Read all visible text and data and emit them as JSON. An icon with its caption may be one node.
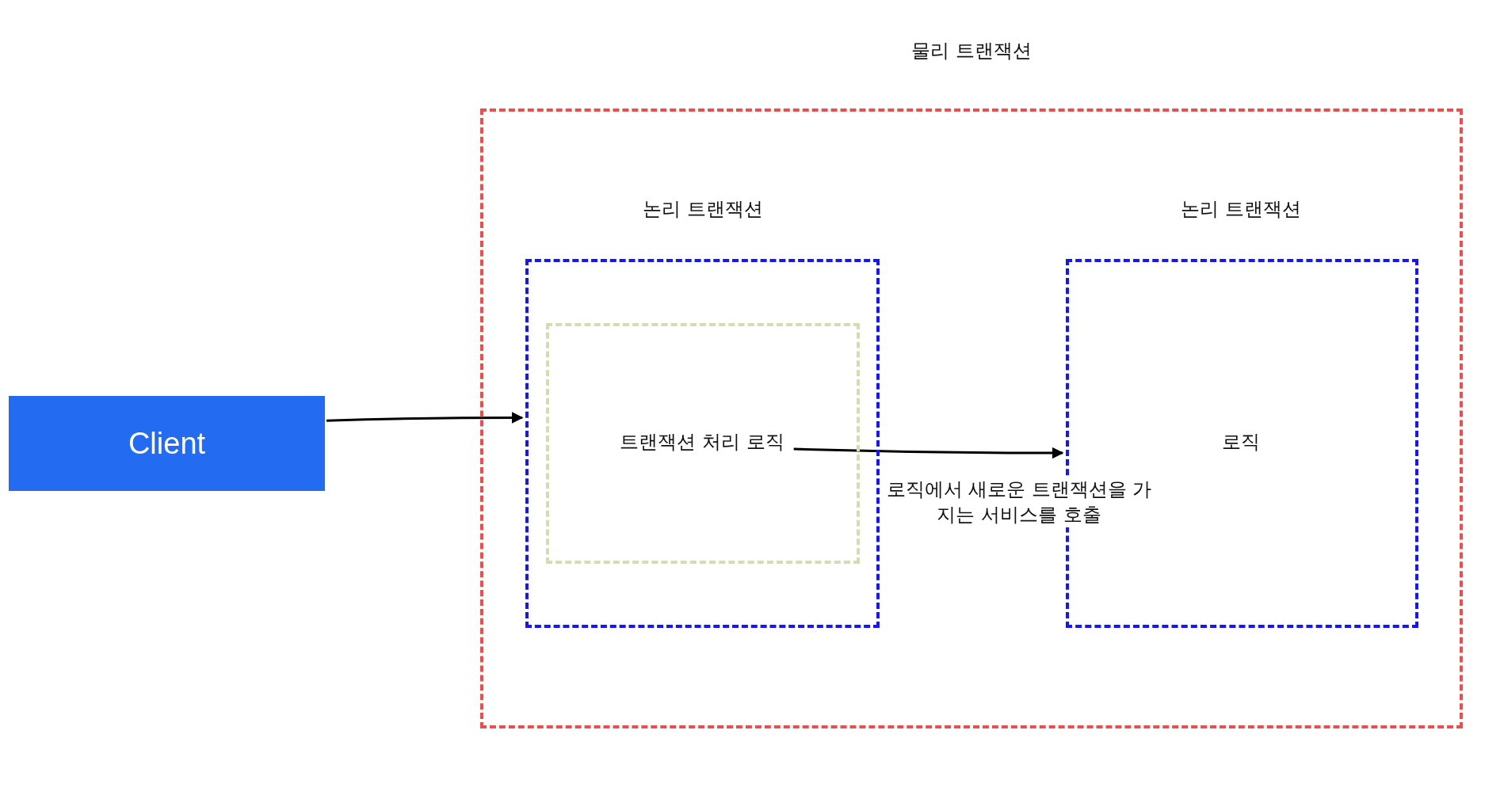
{
  "diagram": {
    "nodes": [
      {
        "text": [
          "물리 트랜잭션"
        ]
      },
      {
        "text": [
          "논리 트랜잭션"
        ],
        "in": 0
      },
      {
        "text": [
          "트랜잭션 처리 로직"
        ],
        "in": 1
      },
      {
        "text": [
          "논리 트랜잭션",
          "로직"
        ],
        "in": 0
      },
      {
        "text": [
          "Client"
        ]
      }
    ],
    "edges": [
      {
        "from": 4,
        "to": 1,
        "arrow": "to"
      },
      {
        "from": 2,
        "to": 3,
        "arrow": "to",
        "label": "로직에서 새로운 트랜잭션을 가지는 서비스를 호출"
      }
    ]
  }
}
